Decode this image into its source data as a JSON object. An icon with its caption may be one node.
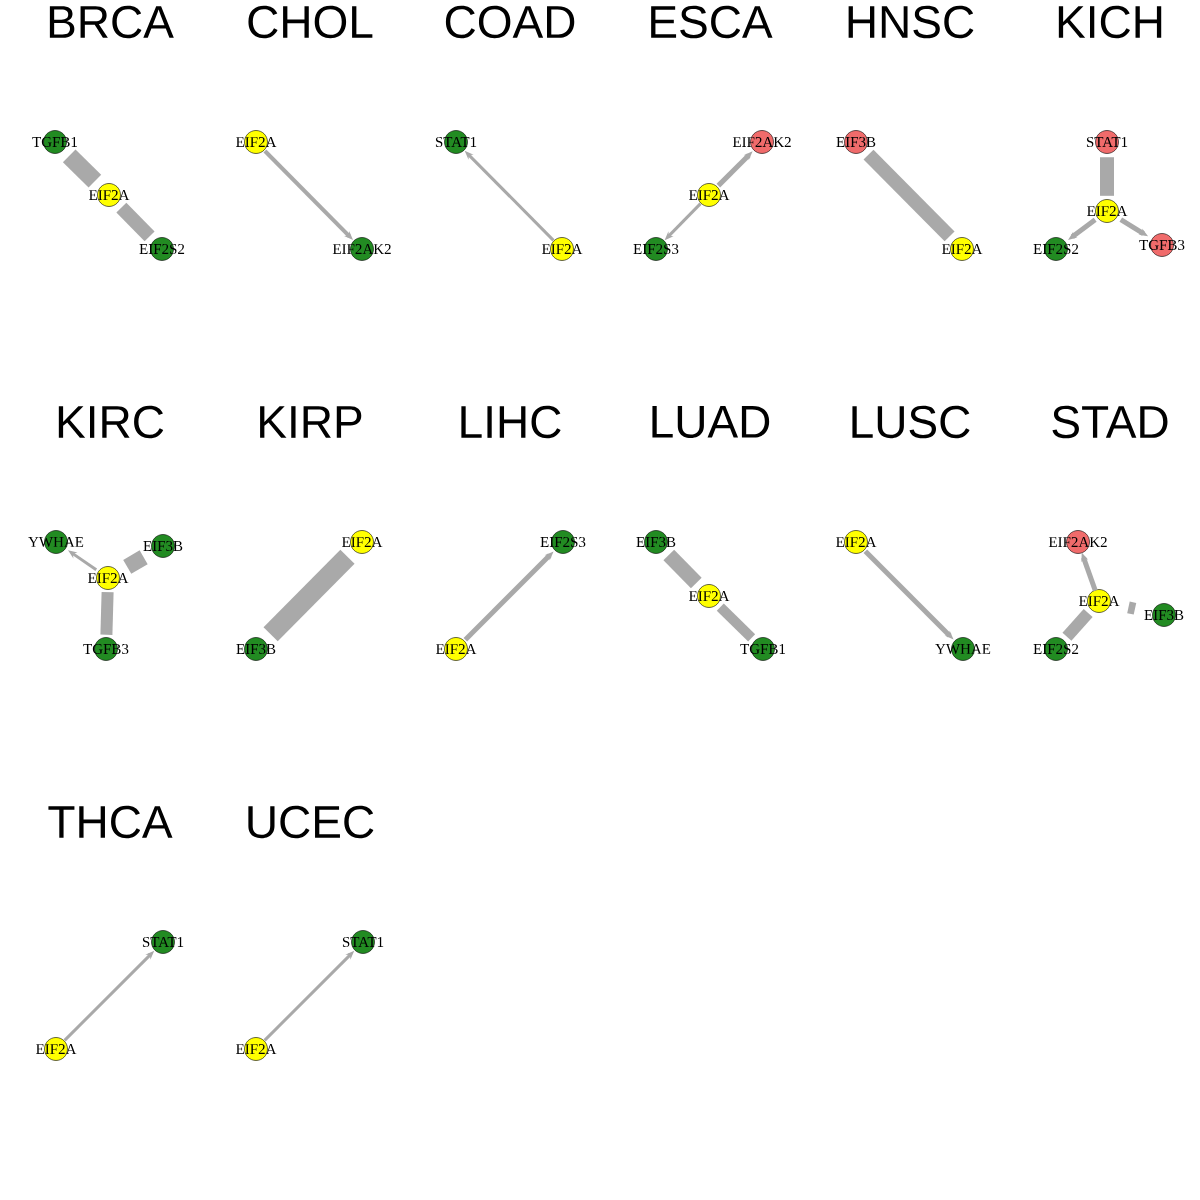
{
  "diagram": {
    "nodes": [
      {
        "text": [
          "TGFB1"
        ]
      },
      {
        "text": [
          "EIF2A"
        ]
      },
      {
        "text": [
          "EIF2S2"
        ]
      },
      {
        "text": [
          "EIF2A"
        ]
      },
      {
        "text": [
          "EIF2AK2"
        ]
      },
      {
        "text": [
          "STAT1"
        ]
      },
      {
        "text": [
          "EIF2A"
        ]
      },
      {
        "text": [
          "EIF2AK2"
        ]
      },
      {
        "text": [
          "EIF2A"
        ]
      },
      {
        "text": [
          "EIF2S3"
        ]
      },
      {
        "text": [
          "EIF3B"
        ]
      },
      {
        "text": [
          "EIF2A"
        ]
      },
      {
        "text": [
          "STAT1"
        ]
      },
      {
        "text": [
          "EIF2A"
        ]
      },
      {
        "text": [
          "EIF2S2"
        ]
      },
      {
        "text": [
          "TGFB3"
        ]
      },
      {
        "text": [
          "YWHAE"
        ]
      },
      {
        "text": [
          "EIF3B"
        ]
      },
      {
        "text": [
          "EIF2A"
        ]
      },
      {
        "text": [
          "TGFB3"
        ]
      },
      {
        "text": [
          "EIF2A"
        ]
      },
      {
        "text": [
          "EIF3B"
        ]
      },
      {
        "text": [
          "EIF2S3"
        ]
      },
      {
        "text": [
          "EIF2A"
        ]
      },
      {
        "text": [
          "EIF3B"
        ]
      },
      {
        "text": [
          "EIF2A"
        ]
      },
      {
        "text": [
          "TGFB1"
        ]
      },
      {
        "text": [
          "EIF2A"
        ]
      },
      {
        "text": [
          "YWHAE"
        ]
      },
      {
        "text": [
          "EIF2AK2"
        ]
      },
      {
        "text": [
          "EIF2A"
        ]
      },
      {
        "text": [
          "EIF3B"
        ]
      },
      {
        "text": [
          "EIF2S2"
        ]
      },
      {
        "text": [
          "STAT1"
        ]
      },
      {
        "text": [
          "EIF2A"
        ]
      },
      {
        "text": [
          "STAT1"
        ]
      },
      {
        "text": [
          "EIF2A"
        ]
      }
    ],
    "edges": [
      {
        "from": 0,
        "to": 1,
        "arrow": "none",
        "style": "thick"
      },
      {
        "from": 1,
        "to": 2,
        "arrow": "none",
        "style": "thick"
      },
      {
        "from": 3,
        "to": 4,
        "arrow": "to"
      },
      {
        "from": 6,
        "to": 5,
        "arrow": "to"
      },
      {
        "from": 8,
        "to": 7,
        "arrow": "to"
      },
      {
        "from": 8,
        "to": 9,
        "arrow": "to"
      },
      {
        "from": 10,
        "to": 11,
        "arrow": "none",
        "style": "thick"
      },
      {
        "from": 12,
        "to": 13,
        "arrow": "none",
        "style": "thick"
      },
      {
        "from": 13,
        "to": 14,
        "arrow": "to"
      },
      {
        "from": 13,
        "to": 15,
        "arrow": "to"
      },
      {
        "from": 18,
        "to": 16,
        "arrow": "to"
      },
      {
        "from": 18,
        "to": 17,
        "arrow": "none",
        "style": "thick"
      },
      {
        "from": 18,
        "to": 19,
        "arrow": "none",
        "style": "thick"
      },
      {
        "from": 20,
        "to": 21,
        "arrow": "none",
        "style": "thick"
      },
      {
        "from": 23,
        "to": 22,
        "arrow": "to"
      },
      {
        "from": 24,
        "to": 25,
        "arrow": "none",
        "style": "thick"
      },
      {
        "from": 25,
        "to": 26,
        "arrow": "none",
        "style": "thick"
      },
      {
        "from": 27,
        "to": 28,
        "arrow": "to"
      },
      {
        "from": 30,
        "to": 29,
        "arrow": "to"
      },
      {
        "from": 30,
        "to": 31,
        "arrow": "none",
        "style": "thick"
      },
      {
        "from": 30,
        "to": 32,
        "arrow": "none",
        "style": "thick"
      },
      {
        "from": 34,
        "to": 33,
        "arrow": "to"
      },
      {
        "from": 36,
        "to": 35,
        "arrow": "to"
      }
    ],
    "labels": [
      "BRCA",
      "CHOL",
      "COAD",
      "ESCA",
      "HNSC",
      "KICH",
      "KIRC",
      "KIRP",
      "LIHC",
      "LUAD",
      "LUSC",
      "STAD",
      "THCA",
      "UCEC"
    ]
  }
}
